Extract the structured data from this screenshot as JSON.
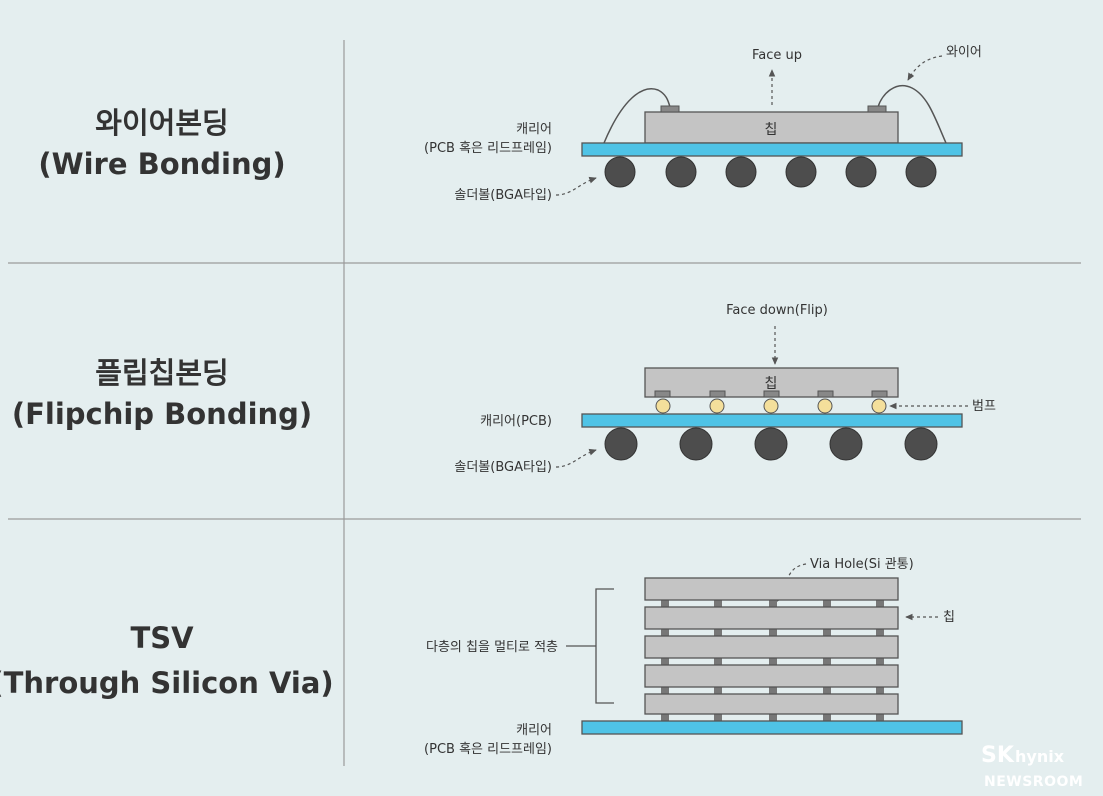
{
  "rows": [
    {
      "title_ko": "와이어본딩",
      "title_en": "(Wire Bonding)",
      "labels": {
        "face": "Face up",
        "wire": "와이어",
        "chip": "칩",
        "carrier_1": "캐리어",
        "carrier_2": "(PCB 혹은 리드프레임)",
        "solder": "솔더볼(BGA타입)"
      }
    },
    {
      "title_ko": "플립칩본딩",
      "title_en": "(Flipchip Bonding)",
      "labels": {
        "face": "Face down(Flip)",
        "chip": "칩",
        "bump": "범프",
        "carrier": "캐리어(PCB)",
        "solder": "솔더볼(BGA타입)"
      }
    },
    {
      "title_ko": "TSV",
      "title_en": "(Through Silicon Via)",
      "labels": {
        "via": "Via Hole(Si 관통)",
        "chip": "칩",
        "stack": "다층의 칩을 멀티로 적층",
        "carrier_1": "캐리어",
        "carrier_2": "(PCB 혹은 리드프레임)"
      }
    }
  ],
  "watermark": {
    "brand_sk": "SK",
    "brand_hynix": "hynix",
    "sub": "NEWSROOM"
  },
  "colors": {
    "background": "#e4eeef",
    "divider": "#9a9a9a",
    "chip_fill": "#c4c4c4",
    "chip_stroke": "#555555",
    "carrier_fill": "#4fc3e6",
    "solder_ball": "#4d4d4d",
    "bump": "#f4df9b",
    "text": "#333333"
  }
}
